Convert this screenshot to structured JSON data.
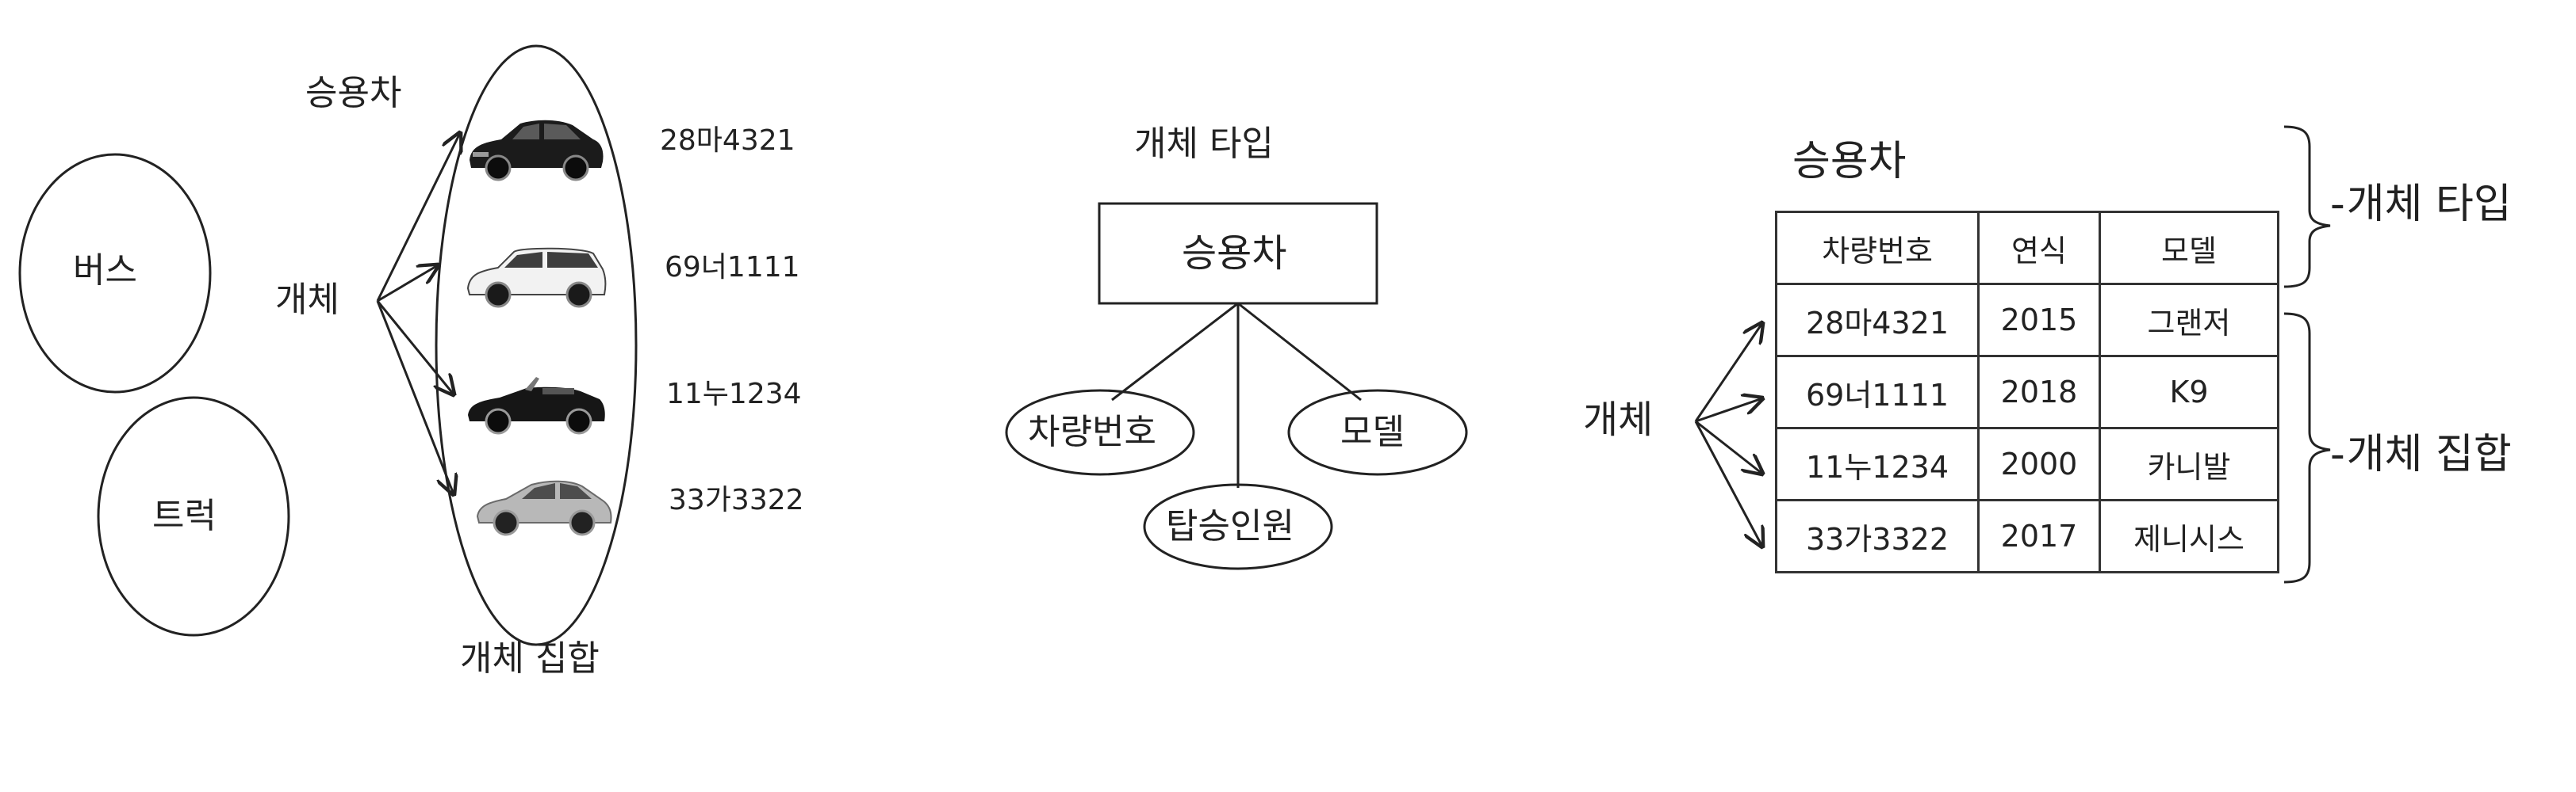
{
  "left": {
    "bus": "버스",
    "truck": "트럭",
    "category": "승용차",
    "entity": "개체",
    "entity_set": "개체 집합",
    "plates": [
      "28마4321",
      "69너1111",
      "11누1234",
      "33가3322"
    ]
  },
  "middle": {
    "entity_type_label": "개체 타입",
    "entity_box": "승용차",
    "attributes": {
      "plate": "차량번호",
      "model": "모델",
      "capacity": "탑승인원"
    }
  },
  "right": {
    "table_title": "승용차",
    "entity_label": "개체",
    "brace_type": "개체 타입",
    "brace_set": "개체 집합",
    "headers": [
      "차량번호",
      "연식",
      "모델"
    ],
    "rows": [
      [
        "28마4321",
        "2015",
        "그랜저"
      ],
      [
        "69너1111",
        "2018",
        "K9"
      ],
      [
        "11누1234",
        "2000",
        "카니발"
      ],
      [
        "33가3322",
        "2017",
        "제니시스"
      ]
    ]
  },
  "cars": [
    {
      "icon": "dark-sedan-icon",
      "body": "#1b1b1b",
      "window": "#555"
    },
    {
      "icon": "white-wagon-icon",
      "body": "#f2f2f2",
      "window": "#444"
    },
    {
      "icon": "convertible-icon",
      "body": "#161616",
      "window": "#666"
    },
    {
      "icon": "silver-coupe-icon",
      "body": "#b8b8b8",
      "window": "#555"
    }
  ]
}
